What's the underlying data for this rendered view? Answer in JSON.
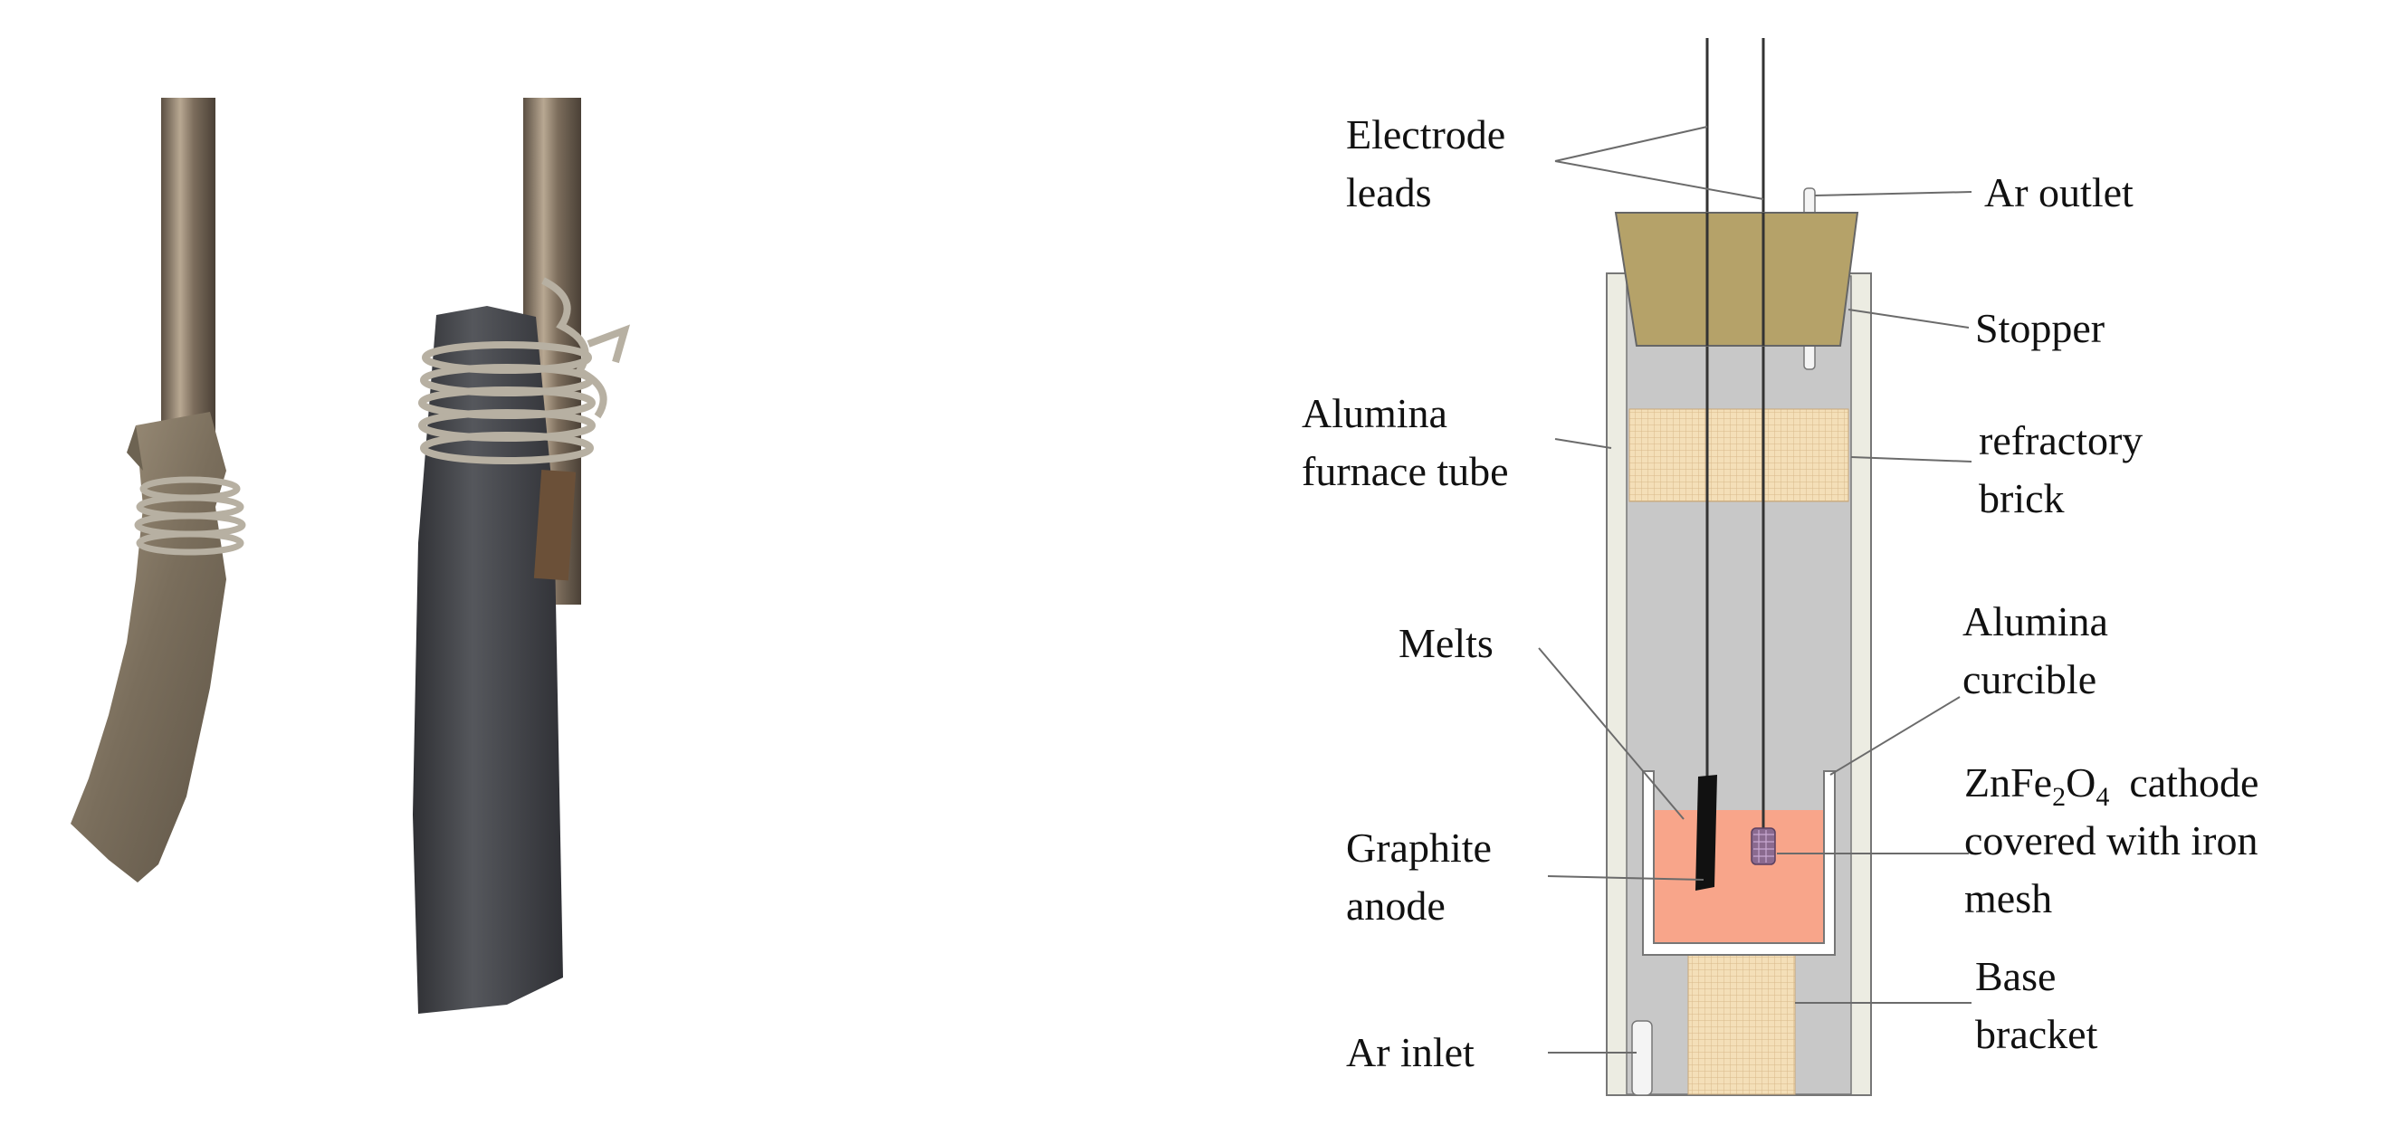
{
  "colors": {
    "tube_wall": "#ecece2",
    "tube_inner": "#c8c8c8",
    "stopper": "#b5a269",
    "brick": "#f4dfb8",
    "melt": "#f8a58a",
    "anode": "#111111",
    "cathode": "#8a6a8f",
    "photo_rod": "#8a7b6a",
    "photo_anode": "#45464a",
    "photo_wire": "#b7b0a2",
    "photo_foil": "#8f8370"
  },
  "labels": {
    "electrode_leads": [
      "Electrode",
      "leads"
    ],
    "ar_outlet": "Ar outlet",
    "stopper": "Stopper",
    "alumina_furnace_tube": [
      "Alumina",
      "furnace tube"
    ],
    "refractory_brick": [
      "refractory",
      "brick"
    ],
    "melts": "Melts",
    "alumina_crucible": [
      "Alumina",
      "curcible"
    ],
    "graphite_anode": [
      "Graphite",
      "anode"
    ],
    "cathode": {
      "prefix_zn": "ZnFe",
      "sub_2": "2",
      "prefix_o": "O",
      "sub_4": "4",
      "rest": "cathode",
      "line2": "covered with iron",
      "line3": "mesh"
    },
    "base_bracket": [
      "Base",
      "bracket"
    ],
    "ar_inlet": "Ar inlet"
  }
}
